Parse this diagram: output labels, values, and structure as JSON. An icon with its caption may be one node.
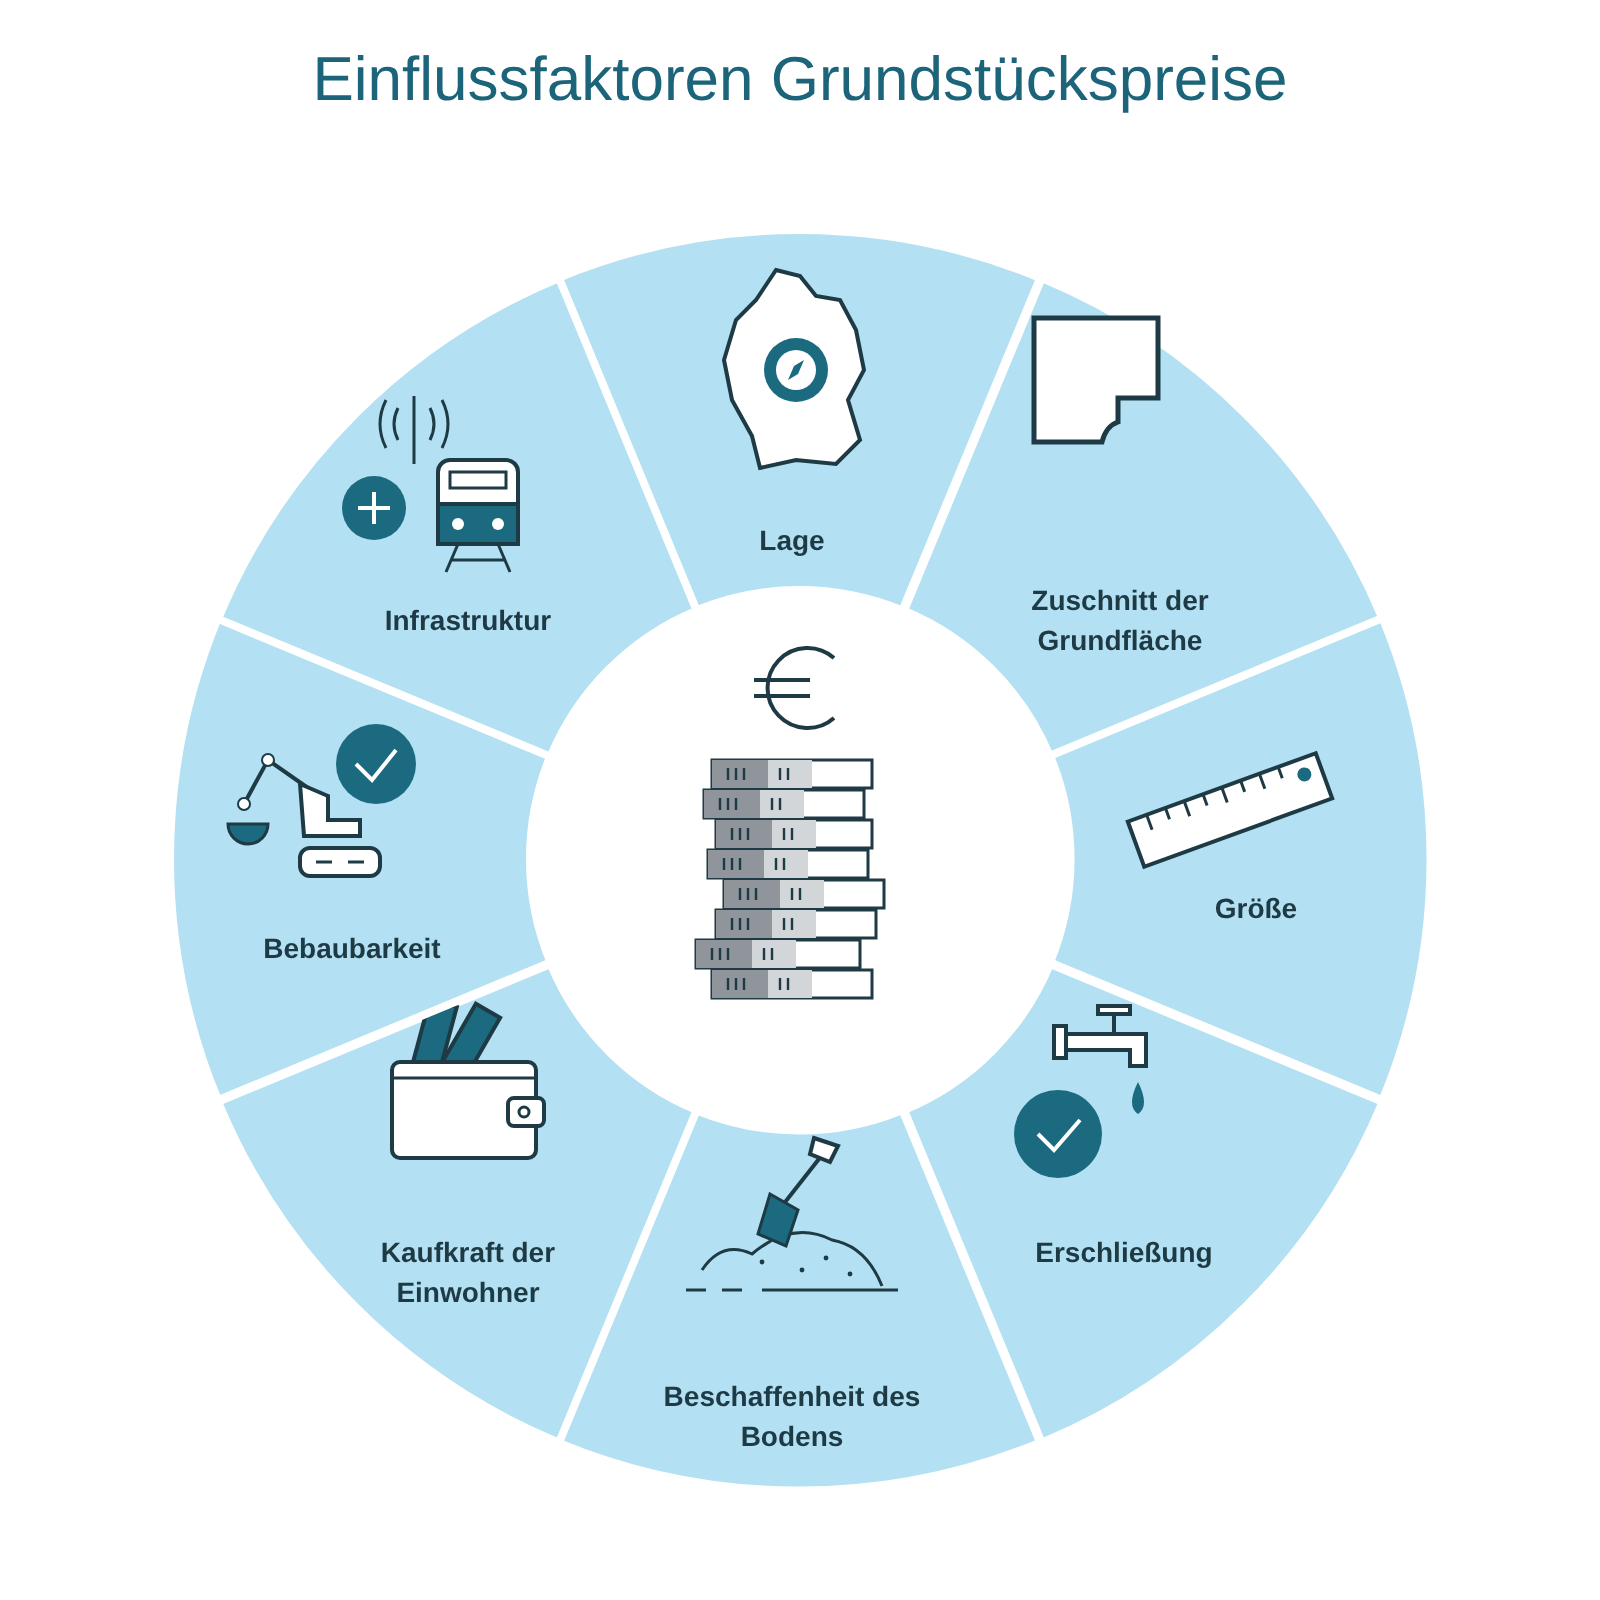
{
  "diagram": {
    "title": "Einflussfaktoren Grundstückspreise",
    "nodes": [
      {
        "text": [
          "Lage"
        ]
      },
      {
        "text": [
          "Zuschnitt der Grundfläche"
        ]
      },
      {
        "text": [
          "Größe"
        ]
      },
      {
        "text": [
          "Erschließung"
        ]
      },
      {
        "text": [
          "Beschaffenheit des Bodens"
        ]
      },
      {
        "text": [
          "Kaufkraft der Einwohner"
        ]
      },
      {
        "text": [
          "Bebaubarkeit"
        ]
      },
      {
        "text": [
          "Infrastruktur"
        ]
      }
    ]
  }
}
